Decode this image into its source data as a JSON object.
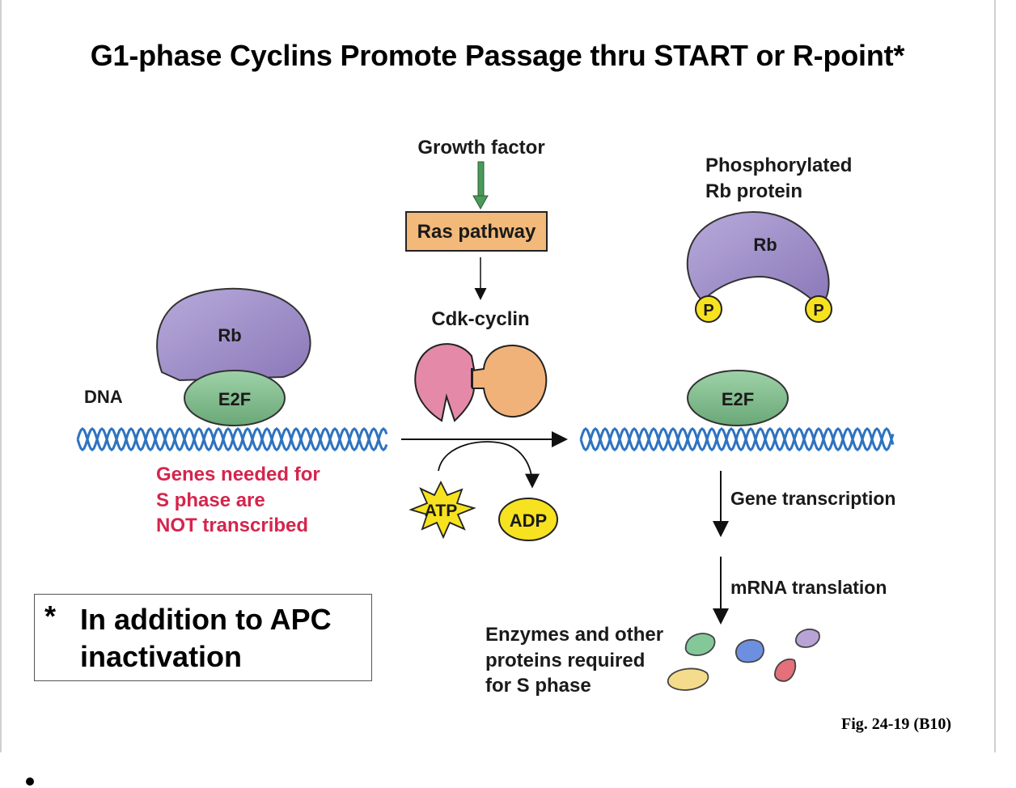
{
  "title": "G1-phase Cyclins Promote Passage thru START or R-point*",
  "labels": {
    "growth_factor": "Growth factor",
    "ras_pathway": "Ras pathway",
    "cdk_cyclin": "Cdk-cyclin",
    "phosphorylated_line1": "Phosphorylated",
    "phosphorylated_line2": "Rb protein",
    "rb_left": "Rb",
    "rb_right": "Rb",
    "e2f_left": "E2F",
    "e2f_right": "E2F",
    "dna": "DNA",
    "p1": "P",
    "p2": "P",
    "atp": "ATP",
    "adp": "ADP",
    "genes_line1": "Genes needed for",
    "genes_line2": "S phase are",
    "genes_line3": "NOT transcribed",
    "gene_transcription": "Gene transcription",
    "mrna_translation": "mRNA translation",
    "enzymes_line1": "Enzymes and other",
    "enzymes_line2": "proteins required",
    "enzymes_line3": "for S phase"
  },
  "note": {
    "star": "*",
    "text": "In addition to APC inactivation"
  },
  "caption": "Fig. 24-19 (B10)",
  "colors": {
    "rb_purple": "#9d8cc8",
    "e2f_green": "#7fbf8c",
    "ras_box": "#f2b97b",
    "dna_blue": "#2e73c0",
    "warning_red": "#d4254d",
    "cdk_pink": "#e48aa8",
    "cyclin_orange": "#f1b27a",
    "phosphate_yellow": "#f7e21f",
    "growth_arrow_green": "#4a9a5a"
  }
}
